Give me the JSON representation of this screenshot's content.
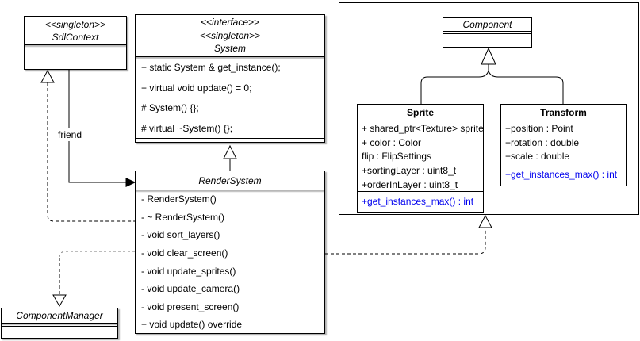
{
  "diagram": {
    "colors": {
      "link_method": "#0000EE",
      "stroke": "#000000"
    },
    "edge_labels": {
      "friend": "friend"
    },
    "classes": {
      "sdl_context": {
        "stereotype": "<<singleton>>",
        "name": "SdlContext"
      },
      "system": {
        "stereotype1": "<<interface>>",
        "stereotype2": "<<singleton>>",
        "name": "System",
        "methods": [
          "+ static System & get_instance();",
          "+ virtual void update() = 0;",
          "# System() {};",
          "# virtual ~System() {};"
        ]
      },
      "render_system": {
        "name": "RenderSystem",
        "methods": [
          "- RenderSystem()",
          "- ~ RenderSystem()",
          "- void sort_layers()",
          "- void clear_screen()",
          "- void update_sprites()",
          "- void update_camera()",
          "- void present_screen()",
          "+ void update() override"
        ]
      },
      "component": {
        "name": "Component"
      },
      "sprite": {
        "name": "Sprite",
        "attributes": [
          "+ shared_ptr<Texture> sprite",
          "+ color : Color",
          "flip : FlipSettings",
          "+sortingLayer : uint8_t",
          "+orderInLayer : uint8_t"
        ],
        "methods": [
          "+get_instances_max() : int"
        ]
      },
      "transform": {
        "name": "Transform",
        "attributes": [
          "+position : Point",
          "+rotation : double",
          "+scale : double"
        ],
        "methods": [
          "+get_instances_max() : int"
        ]
      },
      "component_manager": {
        "name": "ComponentManager"
      }
    }
  }
}
